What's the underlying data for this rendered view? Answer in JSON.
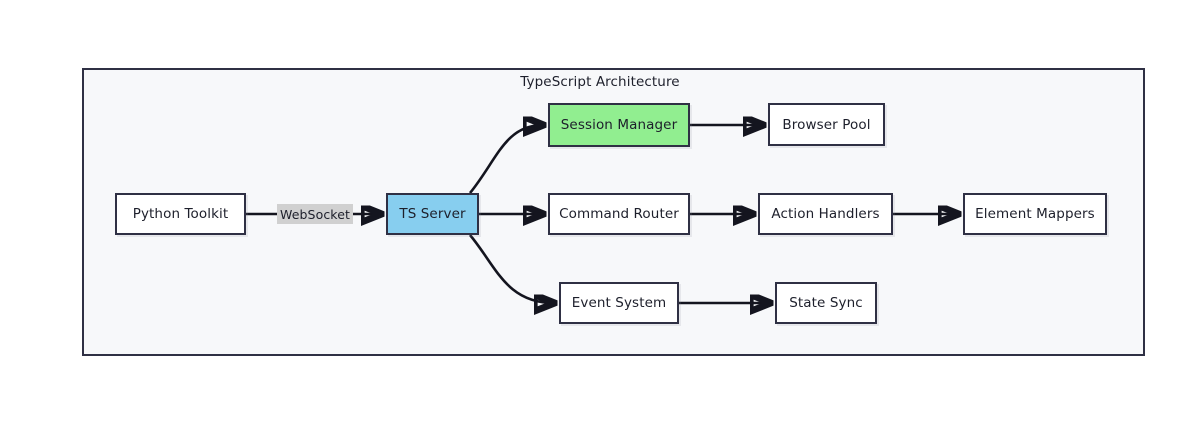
{
  "diagram": {
    "title": "TypeScript Architecture",
    "background": "#ffffff",
    "container_fill": "#f7f8fa",
    "border_color": "#2f3044",
    "colors": {
      "highlight_blue": "#87ceef",
      "highlight_green": "#91ee90",
      "default_node": "#ffffff",
      "edge": "#14151f",
      "edge_label_bg": "#d0d0d0",
      "text": "#1d1f2b"
    },
    "nodes": [
      {
        "id": "python",
        "label": "Python Toolkit",
        "style": "default"
      },
      {
        "id": "tsserver",
        "label": "TS Server",
        "style": "blue"
      },
      {
        "id": "session",
        "label": "Session Manager",
        "style": "green"
      },
      {
        "id": "browser",
        "label": "Browser Pool",
        "style": "default"
      },
      {
        "id": "command",
        "label": "Command Router",
        "style": "default"
      },
      {
        "id": "action",
        "label": "Action Handlers",
        "style": "default"
      },
      {
        "id": "element",
        "label": "Element Mappers",
        "style": "default"
      },
      {
        "id": "event",
        "label": "Event System",
        "style": "default"
      },
      {
        "id": "state",
        "label": "State Sync",
        "style": "default"
      }
    ],
    "edges": [
      {
        "from": "python",
        "to": "tsserver",
        "label": "WebSocket"
      },
      {
        "from": "tsserver",
        "to": "session",
        "label": ""
      },
      {
        "from": "tsserver",
        "to": "command",
        "label": ""
      },
      {
        "from": "tsserver",
        "to": "event",
        "label": ""
      },
      {
        "from": "session",
        "to": "browser",
        "label": ""
      },
      {
        "from": "command",
        "to": "action",
        "label": ""
      },
      {
        "from": "action",
        "to": "element",
        "label": ""
      },
      {
        "from": "event",
        "to": "state",
        "label": ""
      }
    ]
  }
}
